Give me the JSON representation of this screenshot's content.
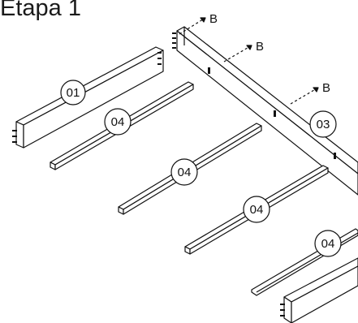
{
  "title": "Etapa 1",
  "parts": {
    "side_panel": "01",
    "back_panel": "03",
    "slat": "04"
  },
  "screw_label": "B"
}
